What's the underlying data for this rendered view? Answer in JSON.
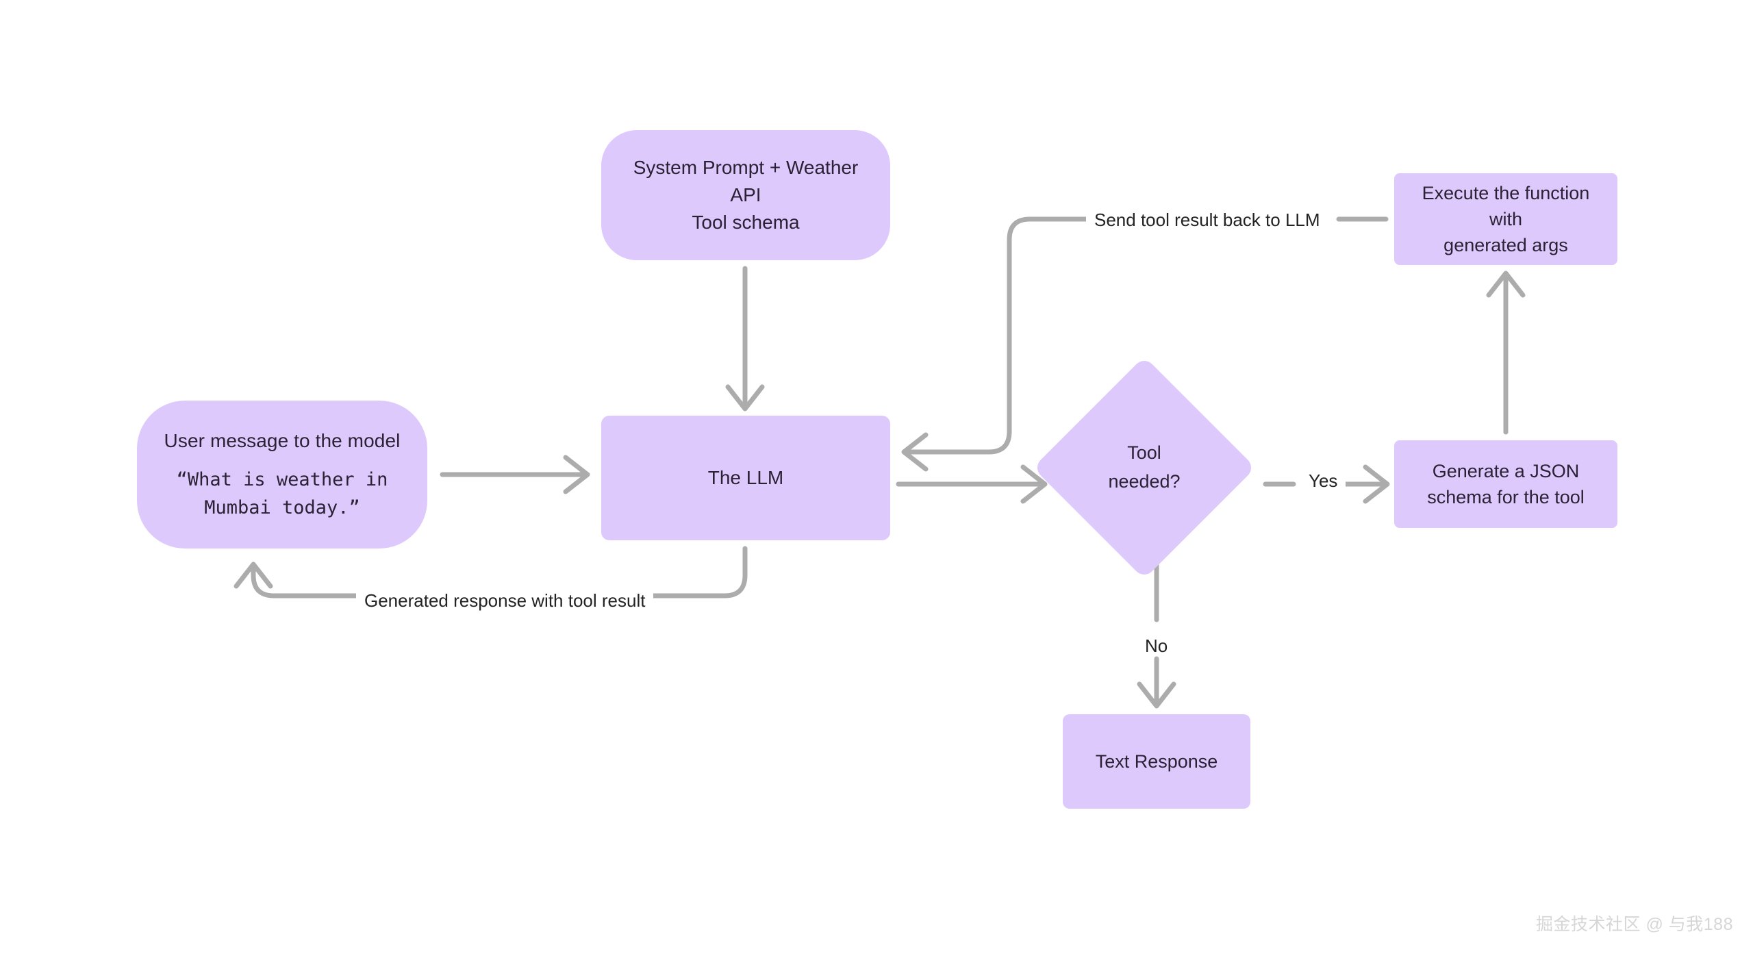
{
  "diagram": {
    "title": "LLM tool-calling flow",
    "colors": {
      "node_fill": "#DEC9FC",
      "node_text": "#2B2135",
      "edge_stroke": "#ACACAC",
      "label_text": "#232323",
      "background": "#FFFFFF",
      "watermark": "#D6D6D6"
    },
    "nodes": {
      "user_message": {
        "shape": "stadium",
        "title": "User message to the model",
        "quote": "“What is weather in\nMumbai today.”"
      },
      "system_prompt": {
        "shape": "rounded-rect",
        "line1": "System Prompt + Weather API",
        "line2": "Tool schema"
      },
      "llm": {
        "shape": "rect",
        "label": "The LLM"
      },
      "tool_needed": {
        "shape": "diamond",
        "line1": "Tool",
        "line2": "needed?"
      },
      "execute_function": {
        "shape": "rect",
        "line1": "Execute the function with",
        "line2": "generated args"
      },
      "generate_schema": {
        "shape": "rect",
        "line1": "Generate a JSON",
        "line2": "schema for the tool"
      },
      "text_response": {
        "shape": "rect",
        "label": "Text Response"
      }
    },
    "edges": {
      "user_to_llm": {
        "label": ""
      },
      "system_to_llm": {
        "label": ""
      },
      "llm_to_decision": {
        "label": ""
      },
      "decision_yes": {
        "label": "Yes"
      },
      "decision_no": {
        "label": "No"
      },
      "schema_to_execute": {
        "label": ""
      },
      "execute_to_llm": {
        "label": "Send tool result back to LLM"
      },
      "llm_to_user": {
        "label": "Generated response with tool result"
      }
    },
    "watermark": "掘金技术社区 @ 与我188"
  }
}
